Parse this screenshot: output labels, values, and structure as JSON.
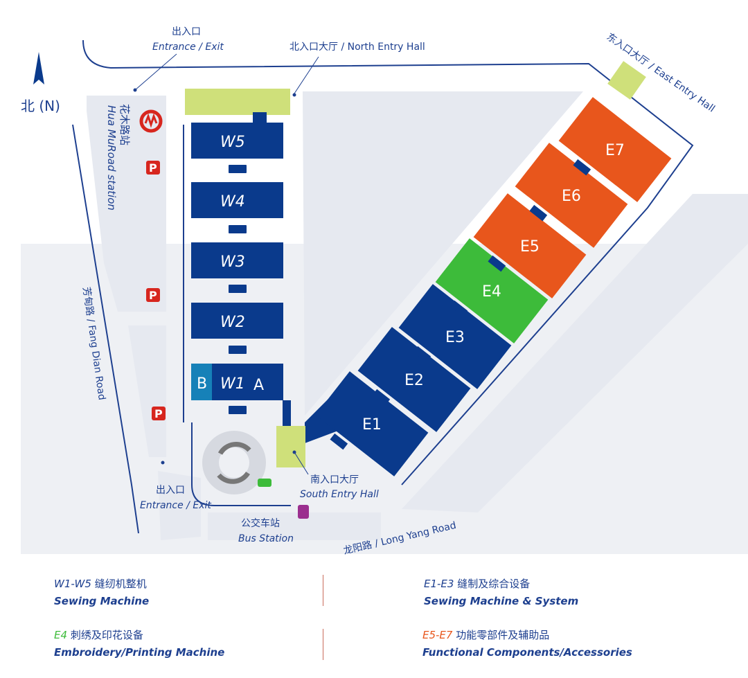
{
  "compass": {
    "label": "北 (N)"
  },
  "entrance_north": {
    "cn": "出入口",
    "en": "Entrance / Exit"
  },
  "north_hall": {
    "label": "北入口大厅 / North Entry Hall"
  },
  "east_hall": {
    "label": "东入口大厅 / East Entry Hall"
  },
  "metro": {
    "cn": "花木路站",
    "en": "Hua MuRoad station"
  },
  "road_west": {
    "label": "芳甸路 / Fang Dian Road"
  },
  "road_south": {
    "label": "龙阳路 / Long Yang Road"
  },
  "entrance_south": {
    "cn": "出入口",
    "en": "Entrance / Exit"
  },
  "south_hall": {
    "cn": "南入口大厅",
    "en": "South Entry Hall"
  },
  "bus": {
    "cn": "公交车站",
    "en": "Bus Station"
  },
  "parking": {
    "label": "P"
  },
  "west_halls": [
    "W5",
    "W4",
    "W3",
    "W2",
    "W1"
  ],
  "w1_sections": {
    "a": "A",
    "b": "B"
  },
  "east_halls": [
    {
      "name": "E1",
      "color": "#0a3a8c"
    },
    {
      "name": "E2",
      "color": "#0a3a8c"
    },
    {
      "name": "E3",
      "color": "#0a3a8c"
    },
    {
      "name": "E4",
      "color": "#3dbb3a"
    },
    {
      "name": "E5",
      "color": "#e8561c"
    },
    {
      "name": "E6",
      "color": "#e8561c"
    },
    {
      "name": "E7",
      "color": "#e8561c"
    }
  ],
  "legend": [
    {
      "code": "W1-W5",
      "cn": "缝纫机整机",
      "en": "Sewing Machine",
      "code_color": "#1d3f8f"
    },
    {
      "code": "E1-E3",
      "cn": "缝制及综合设备",
      "en": "Sewing Machine  & System",
      "code_color": "#1d3f8f"
    },
    {
      "code": "E4",
      "cn": "刺绣及印花设备",
      "en": "Embroidery/Printing Machine",
      "code_color": "#3dbb3a"
    },
    {
      "code": "E5-E7",
      "cn": "功能零部件及辅助品",
      "en": "Functional Components/Accessories",
      "code_color": "#e8561c"
    }
  ]
}
